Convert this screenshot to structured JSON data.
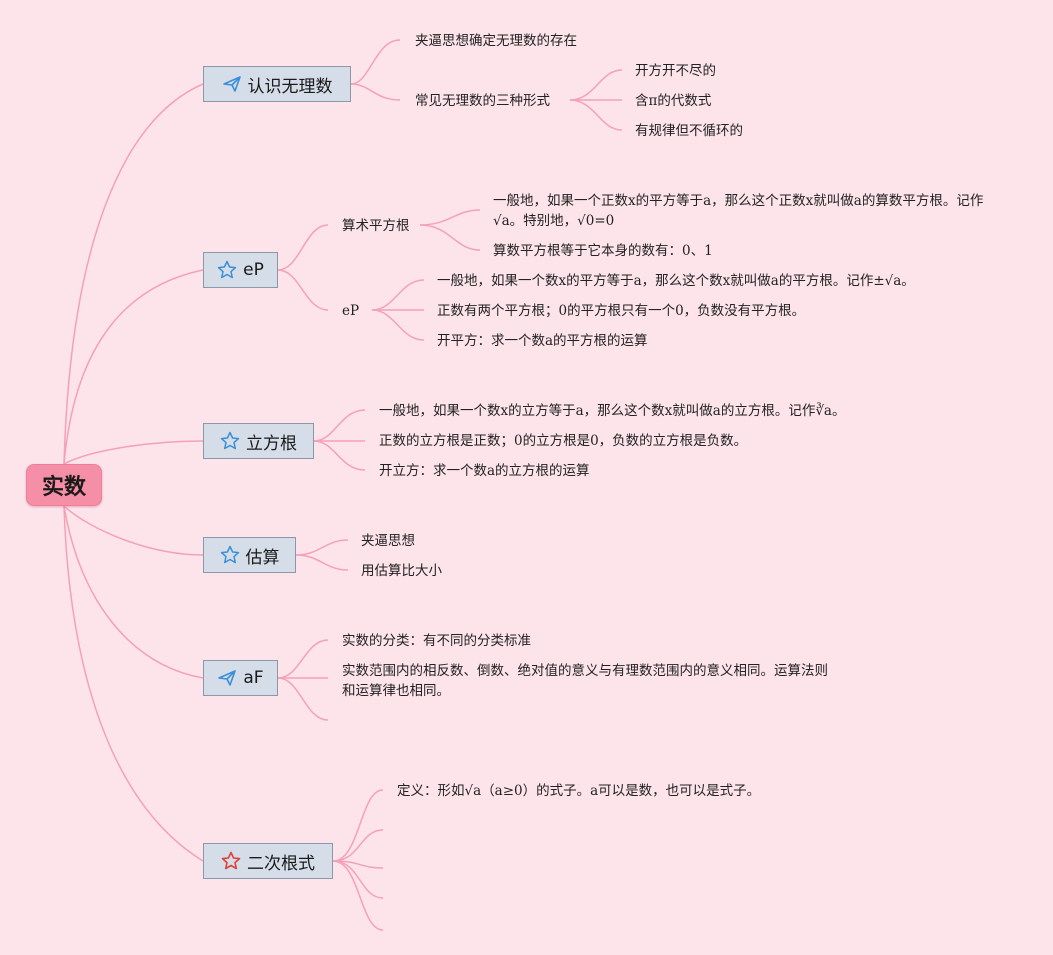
{
  "root": {
    "label": "实数"
  },
  "branches": [
    {
      "label": "认识无理数",
      "icon": "paper-plane-icon"
    },
    {
      "label": "eP",
      "icon": "star-icon"
    },
    {
      "label": "立方根",
      "icon": "star-icon"
    },
    {
      "label": "估算",
      "icon": "star-icon"
    },
    {
      "label": "aF",
      "icon": "paper-plane-icon"
    },
    {
      "label": "二次根式",
      "icon": "red-star-icon"
    }
  ],
  "b1": {
    "t1": "夹逼思想确定无理数的存在",
    "t2": "常见无理数的三种形式",
    "forms": [
      "开方开不尽的",
      "含π的代数式",
      "有规律但不循环的"
    ]
  },
  "b2": {
    "s1": "算术平方根",
    "s1_items": [
      "一般地，如果一个正数x的平方等于a，那么这个正数x就叫做a的算数平方根。记作√a。特别地，√0=0",
      "算数平方根等于它本身的数有：0、1"
    ],
    "s2": "eP",
    "s2_items": [
      "一般地，如果一个数x的平方等于a，那么这个数x就叫做a的平方根。记作±√a。",
      "正数有两个平方根；0的平方根只有一个0，负数没有平方根。",
      "开平方：求一个数a的平方根的运算"
    ]
  },
  "b3": {
    "items": [
      "一般地，如果一个数x的立方等于a，那么这个数x就叫做a的立方根。记作∛a。",
      "正数的立方根是正数；0的立方根是0，负数的立方根是负数。",
      "开立方：求一个数a的立方根的运算"
    ]
  },
  "b4": {
    "items": [
      "夹逼思想",
      "用估算比大小"
    ]
  },
  "b5": {
    "items": [
      "实数的分类：有不同的分类标准",
      "实数范围内的相反数、倒数、绝对值的意义与有理数范围内的意义相同。运算法则和运算律也相同。"
    ]
  },
  "b6": {
    "items": [
      "定义：形如√a（a≥0）的式子。a可以是数，也可以是式子。"
    ]
  },
  "colors": {
    "line": "#f4a1b8",
    "root": "#f58fa8",
    "branch_bg": "#d5dde8",
    "icon_blue": "#3a8fd8",
    "icon_red": "#e0413a"
  }
}
